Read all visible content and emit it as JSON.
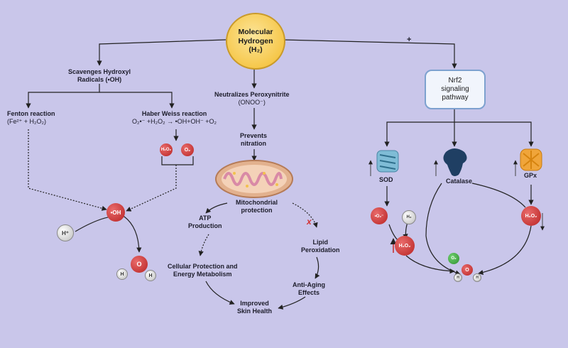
{
  "hub": {
    "line1": "Molecular",
    "line2": "Hydrogen",
    "line3": "(H₂)"
  },
  "plus_sign": "+",
  "left": {
    "scavenges": {
      "line1": "Scavenges Hydroxyl",
      "line2": "Radicals (•OH)"
    },
    "fenton": {
      "line1": "Fenton reaction",
      "line2": "(Fe²⁺ + H₂O₂)"
    },
    "haber": {
      "line1": "Haber Weiss reaction",
      "line2": "O₂•⁻ +H₂O₂ → •OH+OH⁻ +O₂"
    },
    "h2o2_small": "H₂O₂",
    "o2_small": "O₂",
    "oh_radical": "•OH",
    "h_plus": "H⁺",
    "water_o": "O",
    "water_h1": "H",
    "water_h2": "H"
  },
  "middle": {
    "neutralizes": {
      "line1": "Neutralizes Peroxynitrite",
      "line2": "(ONOO⁻)"
    },
    "prevents": {
      "line1": "Prevents",
      "line2": "nitration"
    },
    "mito": {
      "line1": "Mitochondrial",
      "line2": "protection"
    },
    "atp": {
      "line1": "ATP",
      "line2": "Production"
    },
    "lipid": {
      "line1": "Lipid",
      "line2": "Peroxidation"
    },
    "cellular": {
      "line1": "Cellular Protection and",
      "line2": "Energy Metabolism"
    },
    "antiaging": {
      "line1": "Anti-Aging",
      "line2": "Effects"
    },
    "improved": {
      "line1": "Improved",
      "line2": "Skin Health"
    },
    "block_mark": "x"
  },
  "right": {
    "nrf2": {
      "line1": "Nrf2",
      "line2": "signaling",
      "line3": "pathway"
    },
    "sod": "SOD",
    "catalase": "Catalase",
    "gpx": "GPx",
    "superoxide": "•O₂⁻",
    "h2": "H₂",
    "h2o2_a": "H₂O₂",
    "h2o2_b": "H₂O₂",
    "o2": "O₂",
    "water_o": "O",
    "water_h1": "H",
    "water_h2": "H"
  },
  "colors": {
    "background": "#c9c6ea",
    "hub": "#f6c84c",
    "radical": "#c62828",
    "block": "#d32f2f",
    "arrow": "#222222"
  }
}
